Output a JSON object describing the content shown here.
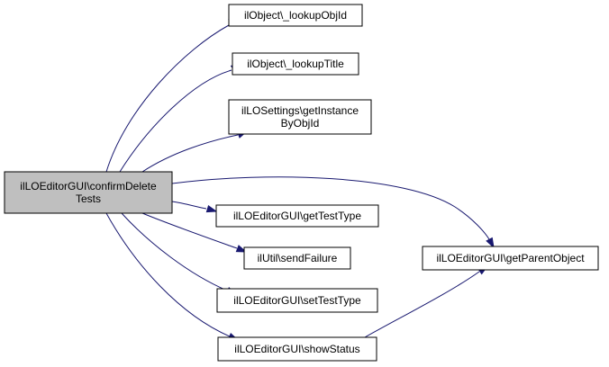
{
  "graph": {
    "nodes": [
      {
        "id": "root",
        "lines": [
          "ilLOEditorGUI\\confirmDelete",
          "Tests"
        ],
        "style": "root",
        "interactable": false
      },
      {
        "id": "lookupObjId",
        "lines": [
          "ilObject\\_lookupObjId"
        ],
        "style": "normal",
        "interactable": true
      },
      {
        "id": "lookupTitle",
        "lines": [
          "ilObject\\_lookupTitle"
        ],
        "style": "normal",
        "interactable": true
      },
      {
        "id": "getInstance",
        "lines": [
          "ilLOSettings\\getInstance",
          "ByObjId"
        ],
        "style": "normal",
        "interactable": true
      },
      {
        "id": "getTestType",
        "lines": [
          "ilLOEditorGUI\\getTestType"
        ],
        "style": "normal",
        "interactable": true
      },
      {
        "id": "sendFailure",
        "lines": [
          "ilUtil\\sendFailure"
        ],
        "style": "normal",
        "interactable": true
      },
      {
        "id": "setTestType",
        "lines": [
          "ilLOEditorGUI\\setTestType"
        ],
        "style": "normal",
        "interactable": true
      },
      {
        "id": "showStatus",
        "lines": [
          "ilLOEditorGUI\\showStatus"
        ],
        "style": "normal",
        "interactable": true
      },
      {
        "id": "getParentObject",
        "lines": [
          "ilLOEditorGUI\\getParentObject"
        ],
        "style": "normal",
        "interactable": true
      }
    ],
    "edges": [
      {
        "from": "root",
        "to": "lookupObjId"
      },
      {
        "from": "root",
        "to": "lookupTitle"
      },
      {
        "from": "root",
        "to": "getInstance"
      },
      {
        "from": "root",
        "to": "getParentObject"
      },
      {
        "from": "root",
        "to": "getTestType"
      },
      {
        "from": "root",
        "to": "sendFailure"
      },
      {
        "from": "root",
        "to": "setTestType"
      },
      {
        "from": "root",
        "to": "showStatus"
      },
      {
        "from": "showStatus",
        "to": "getParentObject"
      }
    ],
    "colors": {
      "edge": "#191970",
      "root_fill": "#bfbfbf",
      "node_fill": "#ffffff",
      "border": "#000000"
    }
  }
}
